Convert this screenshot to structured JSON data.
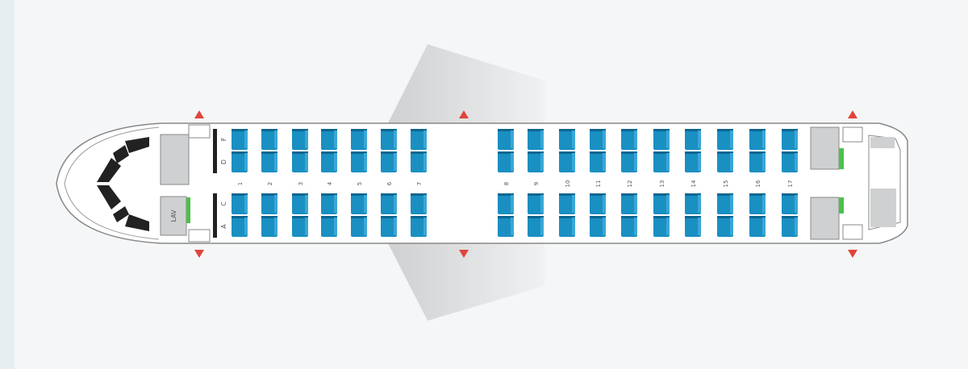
{
  "seat_map": {
    "rows": [
      "1",
      "2",
      "3",
      "4",
      "5",
      "6",
      "7",
      "8",
      "9",
      "10",
      "11",
      "12",
      "13",
      "14",
      "15",
      "16",
      "17"
    ],
    "seat_letters_top": [
      "F",
      "D"
    ],
    "seat_letters_bottom": [
      "C",
      "A"
    ],
    "lav_label": "LAV",
    "colors": {
      "seat": "#1a8fc2",
      "seat_dark": "#0d6690",
      "galley": "#cfd0d1",
      "lav_door": "#4cc04c",
      "exit": "#e0443c",
      "wing": "#d8d9da"
    }
  }
}
